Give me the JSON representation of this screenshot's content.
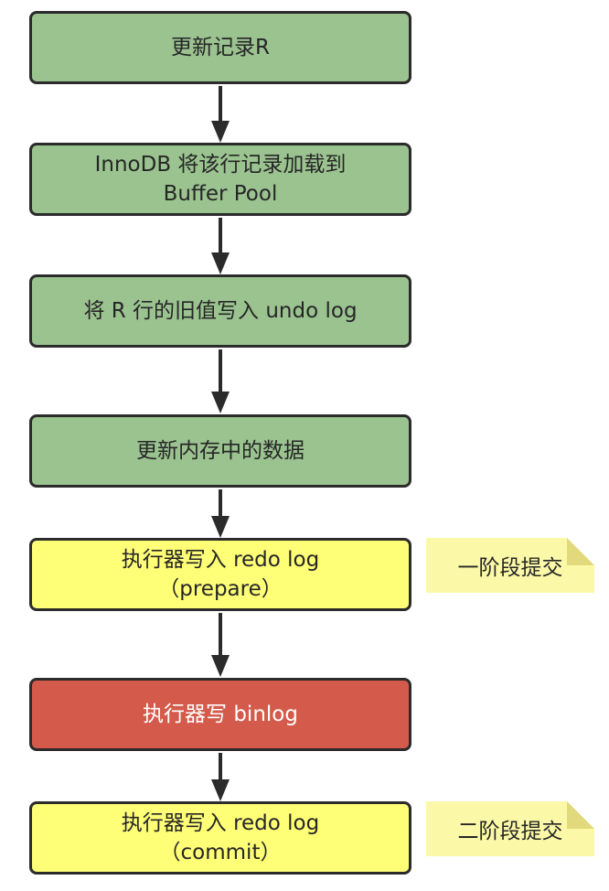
{
  "steps": [
    {
      "lines": [
        "更新记录R"
      ]
    },
    {
      "lines": [
        "InnoDB 将该行记录加载到",
        "Buffer Pool"
      ]
    },
    {
      "lines": [
        "将 R 行的旧值写入 undo log"
      ]
    },
    {
      "lines": [
        "更新内存中的数据"
      ]
    },
    {
      "lines": [
        "执行器写入 redo log",
        "（prepare）"
      ]
    },
    {
      "lines": [
        "执行器写 binlog"
      ]
    },
    {
      "lines": [
        "执行器写入 redo log",
        "（commit）"
      ]
    }
  ],
  "notes": {
    "phase_one": "一阶段提交",
    "phase_two": "二阶段提交"
  },
  "colors": {
    "green": "#9bc390",
    "yellow": "#fefe77",
    "red": "#d45b4c",
    "note": "#fbf9a8"
  }
}
